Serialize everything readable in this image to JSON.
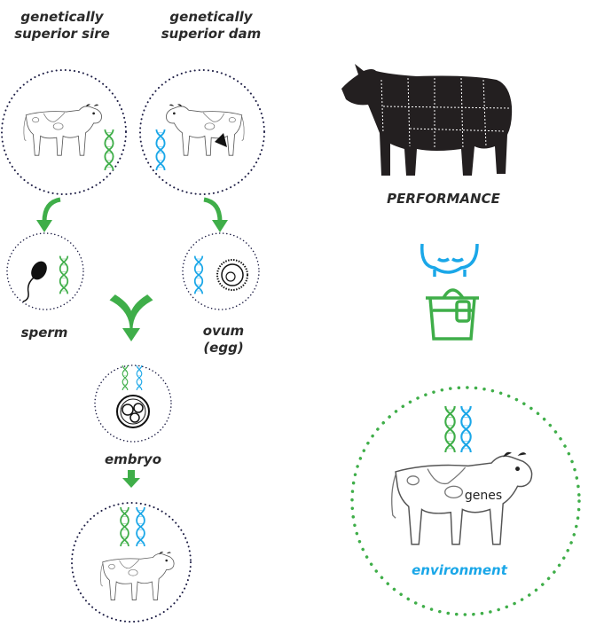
{
  "labels": {
    "sire_line1": "genetically",
    "sire_line2": "superior sire",
    "dam_line1": "genetically",
    "dam_line2": "superior dam",
    "sperm": "sperm",
    "ovum_line1": "ovum",
    "ovum_line2": "(egg)",
    "embryo": "embryo",
    "performance": "PERFORMANCE",
    "genes": "genes",
    "environment": "environment"
  },
  "colors": {
    "sire_dna": "#3fae49",
    "dam_dna": "#1aa7e8",
    "arrow": "#3fae49",
    "dots": "#1e1e45",
    "environment_text": "#1aa7e8"
  }
}
